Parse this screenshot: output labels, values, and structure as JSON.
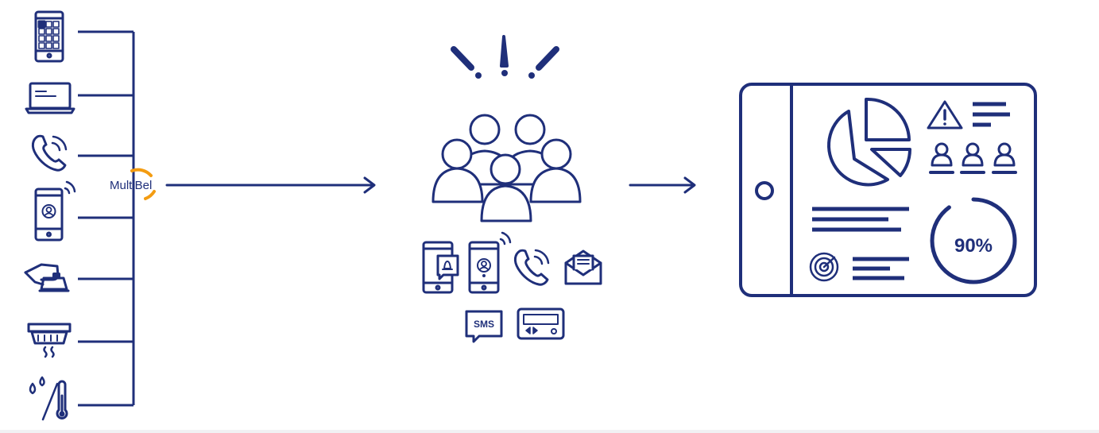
{
  "brand": {
    "name": "MultiBel",
    "accent": "#f39c12"
  },
  "colors": {
    "ink": "#1f2f7a",
    "background": "#ffffff"
  },
  "communication": {
    "sms_label": "SMS"
  },
  "dashboard": {
    "percent_label": "90%",
    "percent_value": 0.9
  },
  "icons": {
    "inputs": [
      "smartphone-icon",
      "laptop-icon",
      "phone-call-icon",
      "ringing-phone-icon",
      "hand-press-button-icon",
      "smoke-detector-icon",
      "water-temperature-icon"
    ],
    "responders": [
      "alert-exclamation-icon",
      "people-group-icon"
    ],
    "channels": [
      "phone-notification-icon",
      "ringing-phone-icon",
      "phone-call-icon",
      "email-icon",
      "sms-icon",
      "pager-icon"
    ],
    "dashboard": [
      "pie-chart-icon",
      "warning-icon",
      "user-icon",
      "radar-icon",
      "progress-ring-icon"
    ]
  }
}
